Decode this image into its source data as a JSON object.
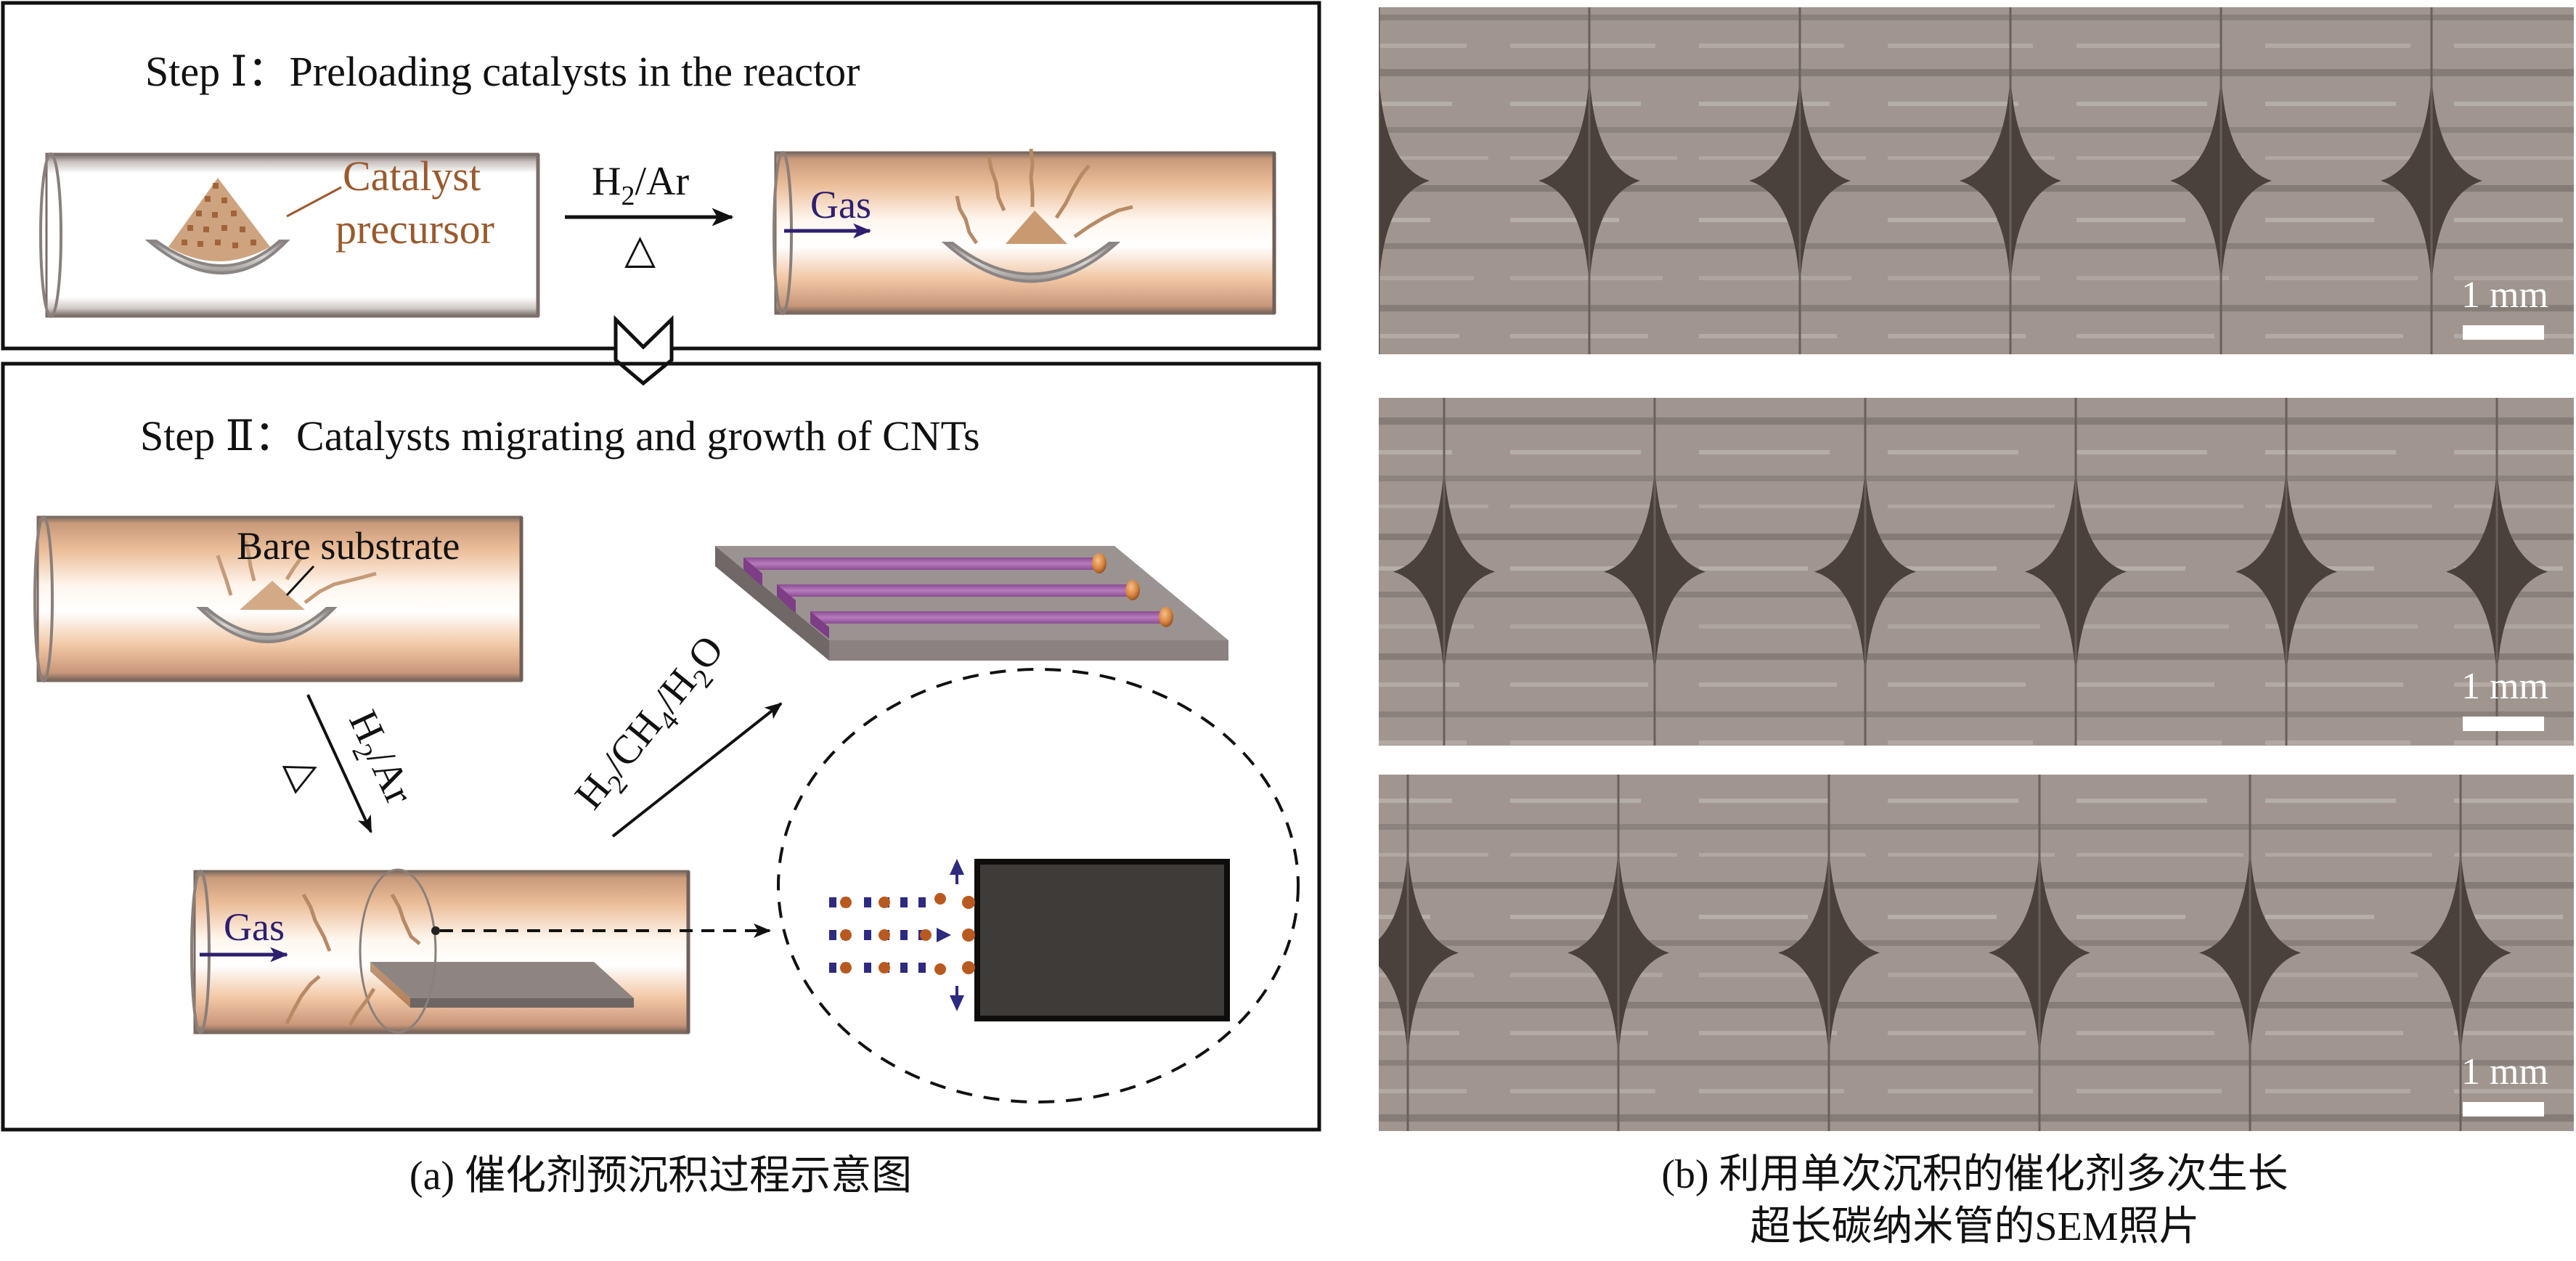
{
  "panel_a": {
    "step1": {
      "title": "Step Ⅰ：Preloading catalysts in the reactor",
      "catalyst_label_line1": "Catalyst",
      "catalyst_label_line2": "precursor",
      "arrow_label_gas": "H",
      "arrow_label_gas_sub": "2",
      "arrow_label_gas_rest": "/Ar",
      "heat_symbol": "△",
      "gas_label": "Gas"
    },
    "step2": {
      "title": "Step Ⅱ：Catalysts migrating and growth of CNTs",
      "bare_substrate_label": "Bare substrate",
      "down_arrow_label_h": "H",
      "down_arrow_label_sub": "2",
      "down_arrow_label_rest": "/Ar",
      "heat_symbol": "△",
      "up_arrow_label": [
        {
          "t": "H",
          "sub": false
        },
        {
          "t": "2",
          "sub": true
        },
        {
          "t": "/CH",
          "sub": false
        },
        {
          "t": "4",
          "sub": true
        },
        {
          "t": "/H",
          "sub": false
        },
        {
          "t": "2",
          "sub": true
        },
        {
          "t": "O",
          "sub": false
        }
      ],
      "gas_label": "Gas"
    },
    "caption": "(a) 催化剂预沉积过程示意图"
  },
  "panel_b": {
    "sem_images": [
      {
        "scale_bar_label": "1 mm"
      },
      {
        "scale_bar_label": "1 mm"
      },
      {
        "scale_bar_label": "1 mm"
      }
    ],
    "caption_line1": "(b) 利用单次沉积的催化剂多次生长",
    "caption_line2": "超长碳纳米管的SEM照片"
  },
  "colors": {
    "tube_copper": "#e8b48e",
    "tube_edge": "#7a6a62",
    "catalyst_brown": "#9a5a2e",
    "gas_purple": "#2e1f6e",
    "cnt_purple": "#9a5aa0",
    "substrate_gray": "#8e8583",
    "sem_gray": "#9c928e",
    "sem_dark": "#4a403c"
  }
}
